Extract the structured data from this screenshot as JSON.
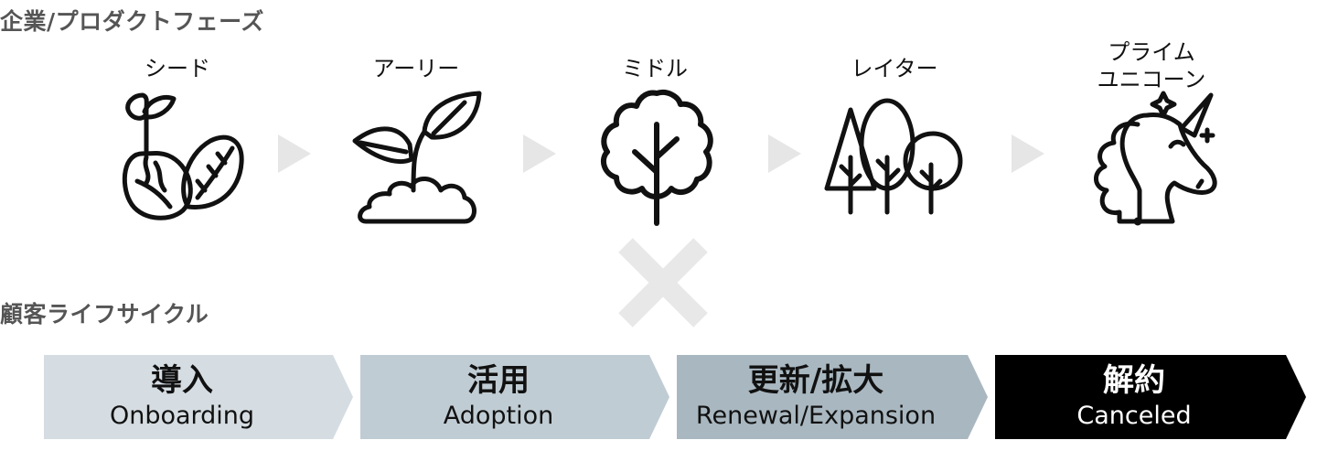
{
  "phases_title": "企業/プロダクトフェーズ",
  "lifecycle_title": "顧客ライフサイクル",
  "phases": [
    {
      "label": "シード",
      "icon": "seed-sprout-icon"
    },
    {
      "label": "アーリー",
      "icon": "sprout-icon"
    },
    {
      "label": "ミドル",
      "icon": "tree-icon"
    },
    {
      "label": "レイター",
      "icon": "forest-icon"
    },
    {
      "label": "プライム\nユニコーン",
      "icon": "unicorn-icon"
    }
  ],
  "lifecycle": [
    {
      "jp": "導入",
      "en": "Onboarding",
      "fill": "#d5dde2",
      "text": "#111111"
    },
    {
      "jp": "活用",
      "en": "Adoption",
      "fill": "#c0ccd3",
      "text": "#111111"
    },
    {
      "jp": "更新/拡大",
      "en": "Renewal/Expansion",
      "fill": "#a9b7c0",
      "text": "#111111"
    },
    {
      "jp": "解約",
      "en": "Canceled",
      "fill": "#000000",
      "text": "#ffffff"
    }
  ],
  "colors": {
    "arrow": "#e6e6e6",
    "cross": "#e8e8e8",
    "title": "#555555"
  }
}
